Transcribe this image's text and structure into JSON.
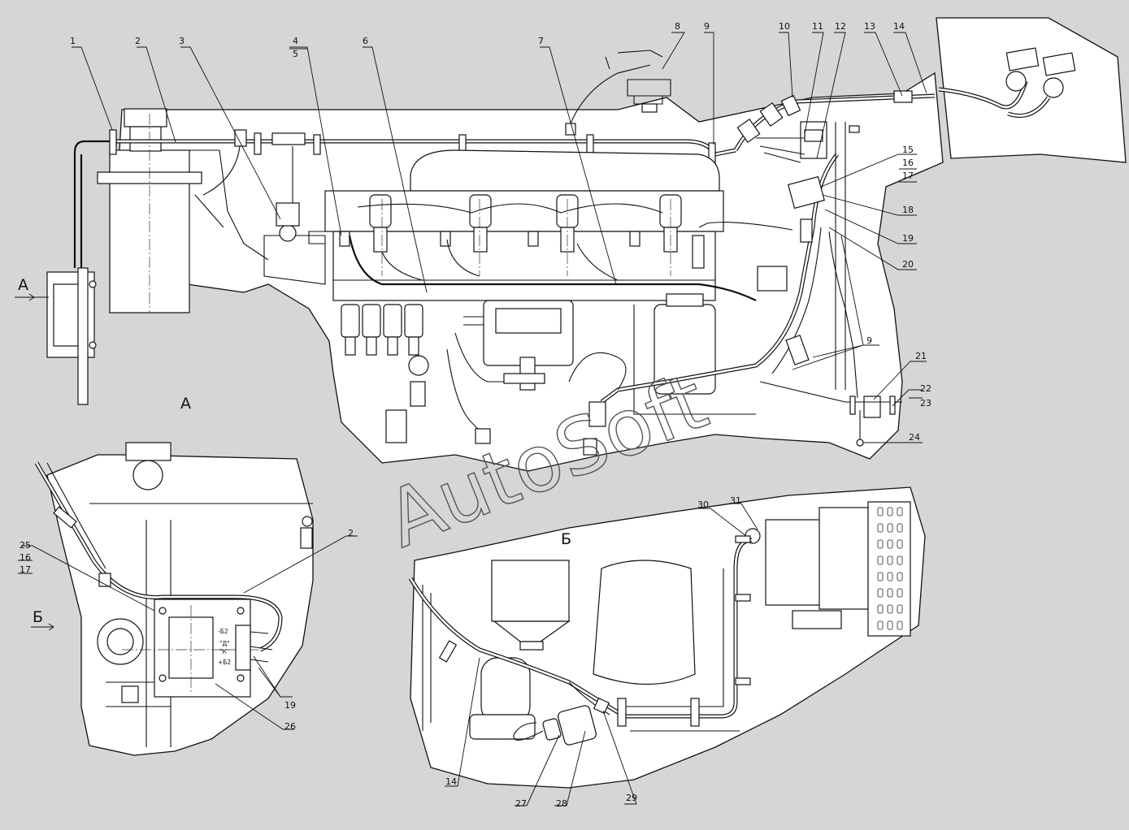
{
  "watermark": "AutoSoft",
  "view_labels": {
    "a_arrow": "А",
    "a_view": "А",
    "b_arrow": "Б",
    "b_view": "Б"
  },
  "terminals": [
    "-Б2",
    "\"Д\"",
    "\"К\"",
    "+Б2"
  ],
  "callouts": {
    "c1": "1",
    "c2": "2",
    "c3": "3",
    "c4": "4",
    "c5": "5",
    "c6": "6",
    "c7": "7",
    "c8": "8",
    "c9a": "9",
    "c9b": "9",
    "c10": "10",
    "c11": "11",
    "c12": "12",
    "c13": "13",
    "c14a": "14",
    "c15": "15",
    "c16a": "16",
    "c17a": "17",
    "c18": "18",
    "c19a": "19",
    "c20": "20",
    "c21": "21",
    "c22": "22",
    "c23": "23",
    "c24": "24",
    "c25": "25",
    "c16b": "16",
    "c17b": "17",
    "c2b": "2",
    "c19b": "19",
    "c26": "26",
    "c30": "30",
    "c31": "31",
    "c14b": "14",
    "c27": "27",
    "c28": "28",
    "c29": "29"
  }
}
